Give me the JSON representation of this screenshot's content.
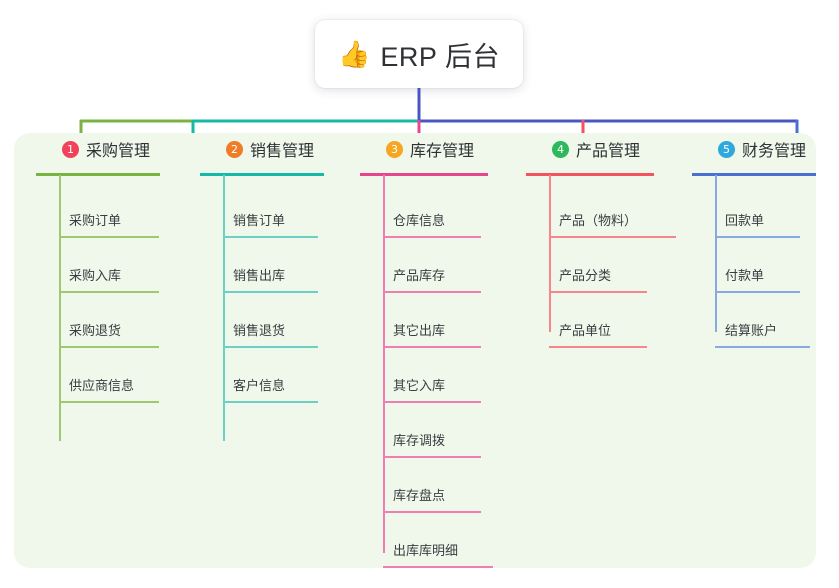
{
  "root": {
    "icon": "thumbs-up-emoji",
    "icon_glyph": "👍",
    "title": "ERP 后台"
  },
  "palette": {
    "panel_background": "#eff8ea",
    "page_background": "#ffffff",
    "root_line": "#4a55c4",
    "text": "#2f3136"
  },
  "connector": {
    "segments": [
      {
        "name": "segment-green",
        "color": "#79b342"
      },
      {
        "name": "segment-teal",
        "color": "#16b8a8"
      },
      {
        "name": "segment-indigo",
        "color": "#4a55c4"
      }
    ]
  },
  "columns": [
    {
      "index": "1",
      "badge_number": "1",
      "badge_color": "#f0425a",
      "line_color": "#79b342",
      "child_line_color": "#9fc96f",
      "title": "采购管理",
      "children": [
        {
          "label": "采购订单"
        },
        {
          "label": "采购入库"
        },
        {
          "label": "采购退货"
        },
        {
          "label": "供应商信息"
        }
      ]
    },
    {
      "index": "2",
      "badge_number": "2",
      "badge_color": "#f07c28",
      "line_color": "#16b8a8",
      "child_line_color": "#6cd0c4",
      "title": "销售管理",
      "children": [
        {
          "label": "销售订单"
        },
        {
          "label": "销售出库"
        },
        {
          "label": "销售退货"
        },
        {
          "label": "客户信息"
        }
      ]
    },
    {
      "index": "3",
      "badge_number": "3",
      "badge_color": "#f5a623",
      "line_color": "#e8458f",
      "child_line_color": "#ef7fb2",
      "title": "库存管理",
      "children": [
        {
          "label": "仓库信息"
        },
        {
          "label": "产品库存"
        },
        {
          "label": "其它出库"
        },
        {
          "label": "其它入库"
        },
        {
          "label": "库存调拨"
        },
        {
          "label": "库存盘点"
        },
        {
          "label": "出库库明细"
        }
      ]
    },
    {
      "index": "4",
      "badge_number": "4",
      "badge_color": "#2eb85c",
      "line_color": "#f4525c",
      "child_line_color": "#f7868c",
      "title": "产品管理",
      "children": [
        {
          "label": "产品（物料）"
        },
        {
          "label": "产品分类"
        },
        {
          "label": "产品单位"
        }
      ]
    },
    {
      "index": "5",
      "badge_number": "5",
      "badge_color": "#2fa8dc",
      "line_color": "#4a6fd0",
      "child_line_color": "#8aa9e0",
      "title": "财务管理",
      "children": [
        {
          "label": "回款单"
        },
        {
          "label": "付款单"
        },
        {
          "label": "结算账户"
        }
      ]
    }
  ]
}
